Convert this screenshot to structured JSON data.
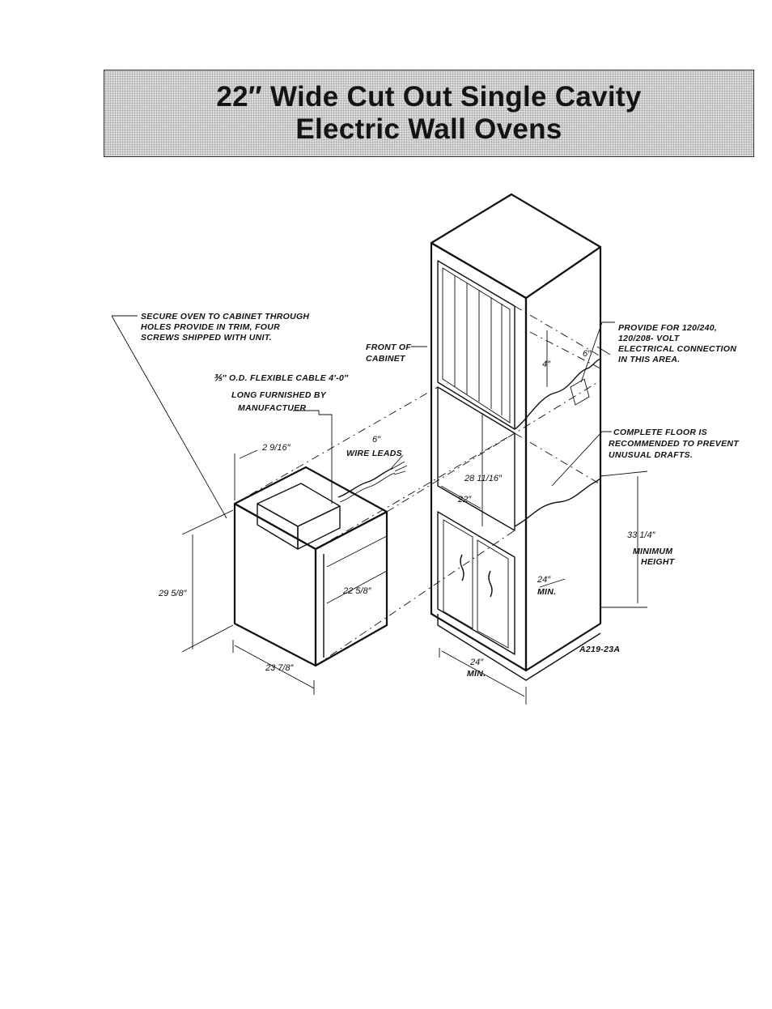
{
  "title": {
    "line1": "22″ Wide Cut Out Single Cavity",
    "line2": "Electric Wall Ovens"
  },
  "labels": {
    "secure": [
      "SECURE OVEN TO CABINET THROUGH",
      "HOLES PROVIDE IN TRIM, FOUR",
      "SCREWS SHIPPED WITH UNIT."
    ],
    "front_of_cabinet": [
      "FRONT OF",
      "CABINET"
    ],
    "cable": [
      "⅗″ O.D. FLEXIBLE CABLE 4′-0″",
      "LONG FURNISHED BY",
      "MANUFACTUER"
    ],
    "wire_leads": [
      "6″",
      "WIRE LEADS"
    ],
    "provide": [
      "PROVIDE FOR 120/240,",
      "120/208- VOLT",
      "ELECTRICAL CONNECTION",
      "IN THIS AREA."
    ],
    "floor": [
      "COMPLETE FLOOR IS",
      "RECOMMENDED TO PREVENT",
      "UNUSUAL DRAFTS."
    ],
    "min_height": [
      "MINIMUM",
      "HEIGHT"
    ],
    "min": "MIN.",
    "part_number": "A219-23A"
  },
  "dimensions": {
    "oven_top_offset": "2 9/16″",
    "oven_height": "29 5/8″",
    "oven_width": "23 7/8″",
    "oven_depth": "22 5/8″",
    "cutout_height": "28 11/16″",
    "cutout_width": "22″",
    "connection_vertical": "4″",
    "connection_horizontal": "6″",
    "minimum_height": "33 1/4″",
    "cabinet_depth": "24″",
    "cabinet_width": "24″"
  }
}
